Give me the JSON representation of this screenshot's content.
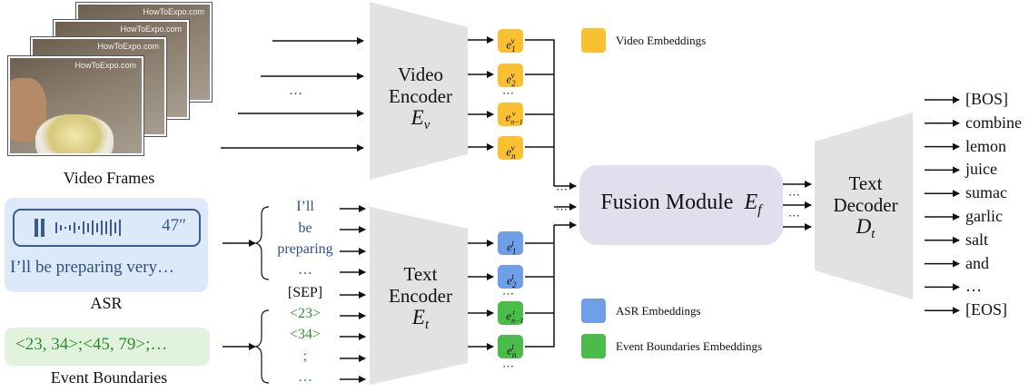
{
  "video": {
    "watermark": "HowToExpo.com",
    "label": "Video Frames"
  },
  "asr": {
    "duration": "47″",
    "transcript": "I’ll be preparing very…",
    "label": "ASR",
    "tokens": [
      "I’ll",
      "be",
      "preparing",
      "…"
    ]
  },
  "events": {
    "text": "<23, 34>;<45, 79>;…",
    "label": "Event Boundaries",
    "tokens": [
      "<23>",
      "<34>",
      ";",
      "…"
    ]
  },
  "sep": "[SEP]",
  "video_encoder": {
    "line1": "Video",
    "line2": "Encoder",
    "symbol": "E",
    "sub": "v"
  },
  "text_encoder": {
    "line1": "Text",
    "line2": "Encoder",
    "symbol": "E",
    "sub": "t"
  },
  "fusion": {
    "label": "Fusion Module",
    "symbol": "E",
    "sub": "f"
  },
  "decoder": {
    "line1": "Text",
    "line2": "Decoder",
    "symbol": "D",
    "sub": "t"
  },
  "video_emb": [
    {
      "base": "e",
      "sup": "v",
      "sub": "1"
    },
    {
      "base": "e",
      "sup": "v",
      "sub": "2"
    },
    {
      "base": "e",
      "sup": "v",
      "sub": "n−1"
    },
    {
      "base": "e",
      "sup": "v",
      "sub": "n"
    }
  ],
  "asr_emb": [
    {
      "base": "e",
      "sup": "t",
      "sub": "1"
    },
    {
      "base": "e",
      "sup": "t",
      "sub": "2"
    }
  ],
  "evt_emb": [
    {
      "base": "e",
      "sup": "t",
      "sub": "n−1"
    },
    {
      "base": "e",
      "sup": "t",
      "sub": "n"
    }
  ],
  "ellipsis": "…",
  "vdots": "⋯",
  "legend": [
    {
      "label": "Video Embeddings",
      "color": "#f9c031"
    },
    {
      "label": "ASR Embeddings",
      "color": "#6f9fe6"
    },
    {
      "label": "Event Boundaries Embeddings",
      "color": "#4bbb4a"
    }
  ],
  "output_tokens": [
    "[BOS]",
    "combine",
    "lemon",
    "juice",
    "sumac",
    "garlic",
    "salt",
    "and",
    "…",
    "[EOS]"
  ]
}
